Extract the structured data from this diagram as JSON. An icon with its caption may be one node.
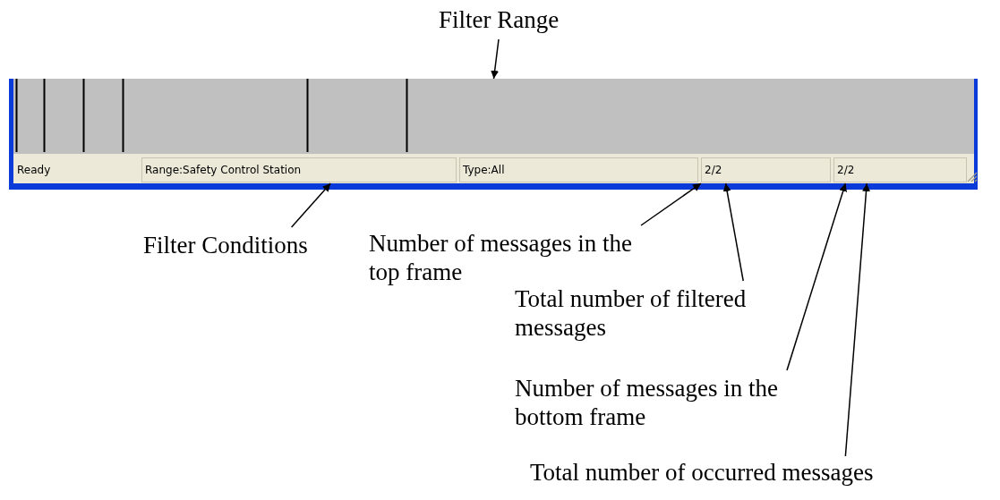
{
  "diagram": {
    "nodes": [
      {
        "text": [
          "Filter Range"
        ]
      },
      {
        "text": [],
        "shape": "box"
      },
      {
        "text": [
          "Ready"
        ]
      },
      {
        "text": [
          "Range:Safety Control Station"
        ]
      },
      {
        "text": [
          "Type:All"
        ]
      },
      {
        "text": [
          "2/2"
        ]
      },
      {
        "text": [
          "2/2"
        ]
      },
      {
        "text": [
          "Filter Conditions"
        ]
      },
      {
        "text": [
          "Number of messages in the top frame"
        ]
      },
      {
        "text": [
          "Total number of filtered messages"
        ]
      },
      {
        "text": [
          "Number of messages in the bottom frame"
        ]
      },
      {
        "text": [
          "Total number of occurred messages"
        ]
      }
    ],
    "edges": [
      {
        "from": 0,
        "to": 1,
        "arrow": "to"
      },
      {
        "from": 7,
        "to": 3,
        "arrow": "to"
      },
      {
        "from": 8,
        "to": 5,
        "arrow": "to"
      },
      {
        "from": 9,
        "to": 5,
        "arrow": "to"
      },
      {
        "from": 10,
        "to": 6,
        "arrow": "to"
      },
      {
        "from": 11,
        "to": 6,
        "arrow": "to"
      }
    ]
  }
}
